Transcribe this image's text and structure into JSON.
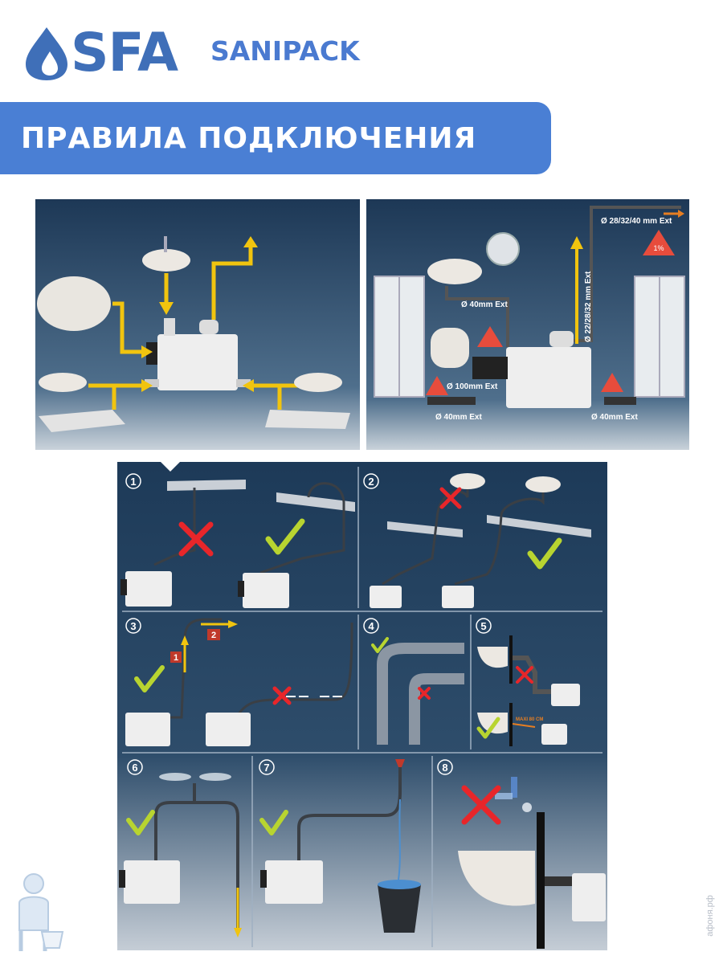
{
  "brand": {
    "logo_text": "SFA",
    "product": "SANIPACK",
    "brand_color": "#3f6fb8"
  },
  "banner": {
    "title": "ПРАВИЛА ПОДКЛЮЧЕНИЯ",
    "color": "#4a7fd4"
  },
  "top_right_labels": {
    "out_pipe": "Ø 28/32/40 mm Ext",
    "riser": "Ø 22/28/32 mm Ext",
    "basin_pipe": "Ø 40mm Ext",
    "wc_pipe": "Ø 100mm Ext",
    "left_inlet": "Ø 40mm Ext",
    "right_inlet": "Ø 40mm Ext",
    "slope": "1%"
  },
  "steps": [
    {
      "number": "1"
    },
    {
      "number": "2"
    },
    {
      "number": "3",
      "label_1": "1",
      "label_2": "2"
    },
    {
      "number": "4"
    },
    {
      "number": "5",
      "max_label": "MAXI 80 CM"
    },
    {
      "number": "6"
    },
    {
      "number": "7"
    },
    {
      "number": "8"
    }
  ],
  "watermark": "афоня.рф",
  "icons": {
    "logo": "water-drop-icon",
    "ok": "check-mark-icon",
    "bad": "cross-mark-icon",
    "warn": "warning-triangle-icon"
  }
}
